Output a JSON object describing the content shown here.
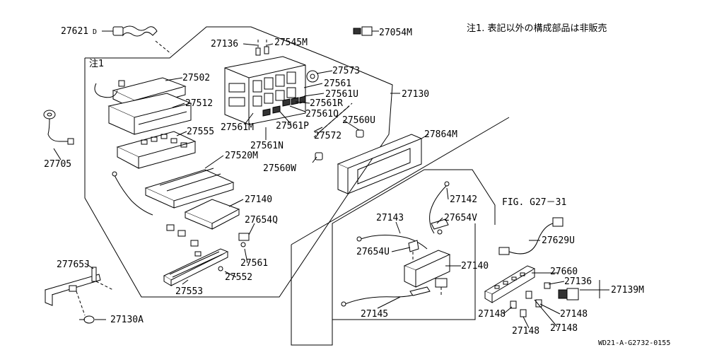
{
  "note": "注1. 表記以外の構成部品は非販売",
  "note_marker": "注1",
  "figure_ref": "FIG. G27－31",
  "footer_code": "WD21-A-G2732-0155",
  "parts": {
    "p27621": "27621",
    "p27621_sub": "D",
    "p27054M": "27054M",
    "p27136a": "27136",
    "p27545M": "27545M",
    "p27502": "27502",
    "p27573": "27573",
    "p27561": "27561",
    "p27561U": "27561U",
    "p27130": "27130",
    "p27512": "27512",
    "p27561R": "27561R",
    "p27561Q": "27561Q",
    "p27560U": "27560U",
    "p27561M": "27561M",
    "p27561P": "27561P",
    "p27572": "27572",
    "p27555": "27555",
    "p27864M": "27864M",
    "p27561N": "27561N",
    "p27705": "27705",
    "p27520M": "27520M",
    "p27560W": "27560W",
    "p27140a": "27140",
    "p27142": "27142",
    "p27654Q": "27654Q",
    "p27143": "27143",
    "p27654V": "27654V",
    "p27629U": "27629U",
    "p27654U": "27654U",
    "p27561L": "27561",
    "p27140b": "27140",
    "p27765J": "27765J",
    "p27552": "27552",
    "p27553": "27553",
    "p27660": "27660",
    "p27136b": "27136",
    "p27139M": "27139M",
    "p27130A": "27130A",
    "p27145": "27145",
    "p27148a": "27148",
    "p27148b": "27148",
    "p27148c": "27148",
    "p27148d": "27148"
  }
}
